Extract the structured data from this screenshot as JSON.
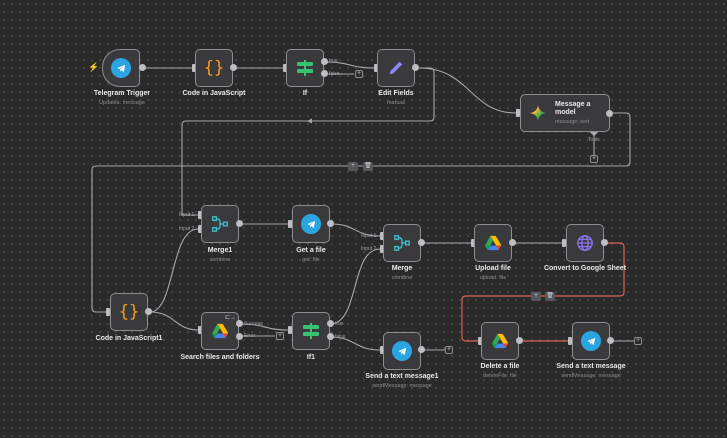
{
  "canvas": {
    "background": "#2a2a2b",
    "edge_color": "#a8a8ae",
    "highlight_edge_color": "#d9634f"
  },
  "nodes": {
    "telegram_trigger": {
      "title": "Telegram Trigger",
      "subtitle": "Updates: message",
      "icon": "telegram-icon"
    },
    "code_js": {
      "title": "Code in JavaScript",
      "icon": "code-braces-icon"
    },
    "if": {
      "title": "If",
      "icon": "if-icon",
      "outputs": [
        "true",
        "false"
      ]
    },
    "edit_fields": {
      "title": "Edit Fields",
      "subtitle": "manual",
      "icon": "pencil-icon"
    },
    "message_model": {
      "title": "Message a model",
      "subtitle": "message: text",
      "icon": "gemini-icon",
      "tools_label": "Tools"
    },
    "merge1": {
      "title": "Merge1",
      "subtitle": "combine",
      "icon": "merge-icon",
      "inputs": [
        "Input 1",
        "Input 2"
      ]
    },
    "get_file": {
      "title": "Get a file",
      "subtitle": "get: file",
      "icon": "telegram-icon"
    },
    "merge": {
      "title": "Merge",
      "subtitle": "combine",
      "icon": "merge-icon",
      "inputs": [
        "Input 1",
        "Input 2"
      ]
    },
    "upload_file": {
      "title": "Upload file",
      "subtitle": "upload: file",
      "icon": "google-drive-icon"
    },
    "convert_sheet": {
      "title": "Convert to Google Sheet",
      "icon": "globe-icon"
    },
    "code_js1": {
      "title": "Code in JavaScript1",
      "icon": "code-braces-icon"
    },
    "search_files": {
      "title": "Search files and folders",
      "icon": "google-drive-icon",
      "outputs": [
        "Success",
        "Error"
      ]
    },
    "if1": {
      "title": "If1",
      "icon": "if-icon",
      "outputs": [
        "true",
        "false"
      ]
    },
    "send_text1": {
      "title": "Send a text message1",
      "subtitle": "sendMessage: message",
      "icon": "telegram-icon"
    },
    "delete_file": {
      "title": "Delete a file",
      "subtitle": "deleteFile: file",
      "icon": "google-drive-icon"
    },
    "send_text": {
      "title": "Send a text message",
      "subtitle": "sendMessage: message",
      "icon": "telegram-icon"
    }
  },
  "edge_buttons": {
    "add": "+",
    "delete": "🗑"
  },
  "plus": "+"
}
